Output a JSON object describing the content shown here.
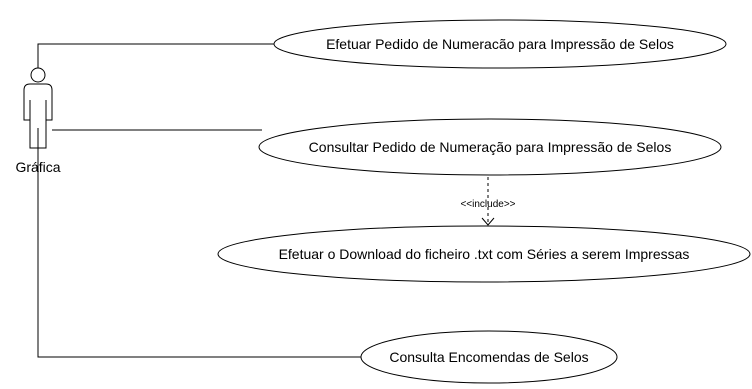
{
  "actor": {
    "name": "Gráfica"
  },
  "use_cases": {
    "uc1": "Efetuar Pedido de Numeracão para Impressão de Selos",
    "uc2": "Consultar Pedido de Numeração para Impressão de Selos",
    "uc3": "Efetuar o Download do ficheiro .txt com Séries a serem Impressas",
    "uc4": "Consulta Encomendas de Selos"
  },
  "relations": {
    "include_label": "<<include>>"
  }
}
